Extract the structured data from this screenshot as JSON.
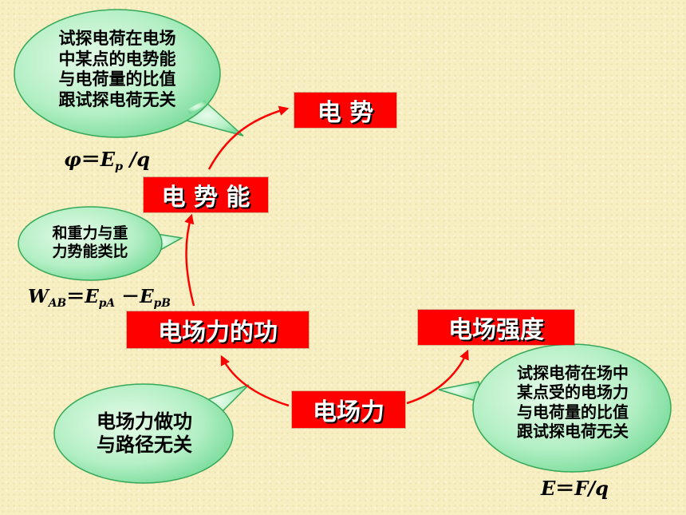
{
  "nodes": {
    "potential": "电 势",
    "potential_energy": "电 势 能",
    "field_force_work": "电场力的功",
    "field_strength": "电场强度",
    "field_force": "电场力"
  },
  "callouts": {
    "potential_def": "试探电荷在电场\n中某点的电势能\n与电荷量的比值\n跟试探电荷无关",
    "gravity_analogy": "和重力与重\n力势能类比",
    "path_independent": "电场力做功\n与路径无关",
    "strength_def": "试探电荷在场中\n某点受的电场力\n与电荷量的比值\n跟试探电荷无关"
  },
  "formulas": {
    "potential": {
      "lhs": "φ",
      "eq": "＝",
      "e": "E",
      "p_sub": "p",
      "rest": " /q"
    },
    "work": {
      "w": "W",
      "w_sub": "AB",
      "eq": "＝",
      "e1": "E",
      "e1_sub": "pA",
      "minus": " －",
      "e2": "E",
      "e2_sub": "pB"
    },
    "strength": {
      "e": "E",
      "eq": "＝",
      "rest": "F/q"
    }
  },
  "colors": {
    "background": "#f7efc2",
    "box_fill": "#ff0000",
    "box_text": "#ffffff",
    "arrow": "#ff0000",
    "bubble_fill_light": "#e6fbe9",
    "bubble_fill_dark": "#7fe0a0",
    "bubble_stroke": "#36a85a"
  }
}
